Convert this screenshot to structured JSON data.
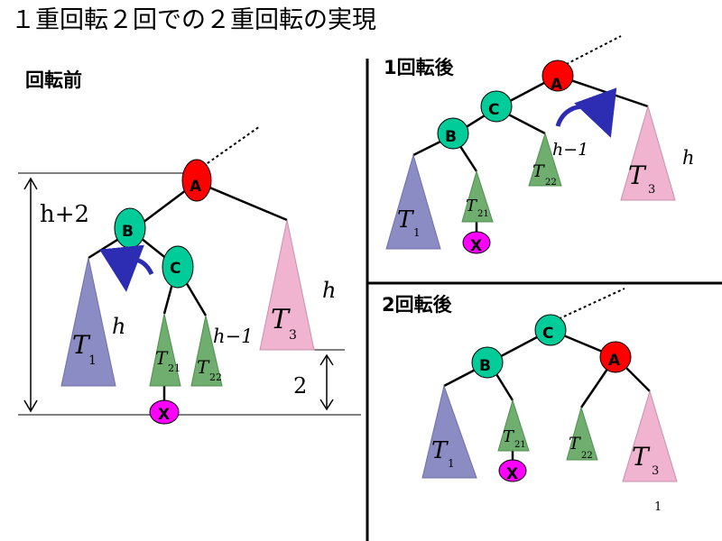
{
  "title": "１重回転２回での２重回転の実現",
  "panels": {
    "before": {
      "label": "回転前"
    },
    "after1": {
      "label": "1回転後"
    },
    "after2": {
      "label": "2回転後"
    }
  },
  "nodes": {
    "a": "A",
    "b": "B",
    "c": "C",
    "x": "X"
  },
  "subtrees": {
    "t": "T",
    "s1": "1",
    "s21": "21",
    "s22": "22",
    "s3": "3"
  },
  "heights": {
    "h": "h",
    "hp2": "h+2",
    "hm1": "h−1",
    "two": "2"
  },
  "page_number": "1",
  "colors": {
    "red_node": "#ff0000",
    "teal_node": "#00cc99",
    "magenta_node": "#ff00ff",
    "t1": "#8c8cc4",
    "t2": "#6fae6f",
    "t3": "#f0b4d0",
    "arrow": "#2d2db4"
  }
}
